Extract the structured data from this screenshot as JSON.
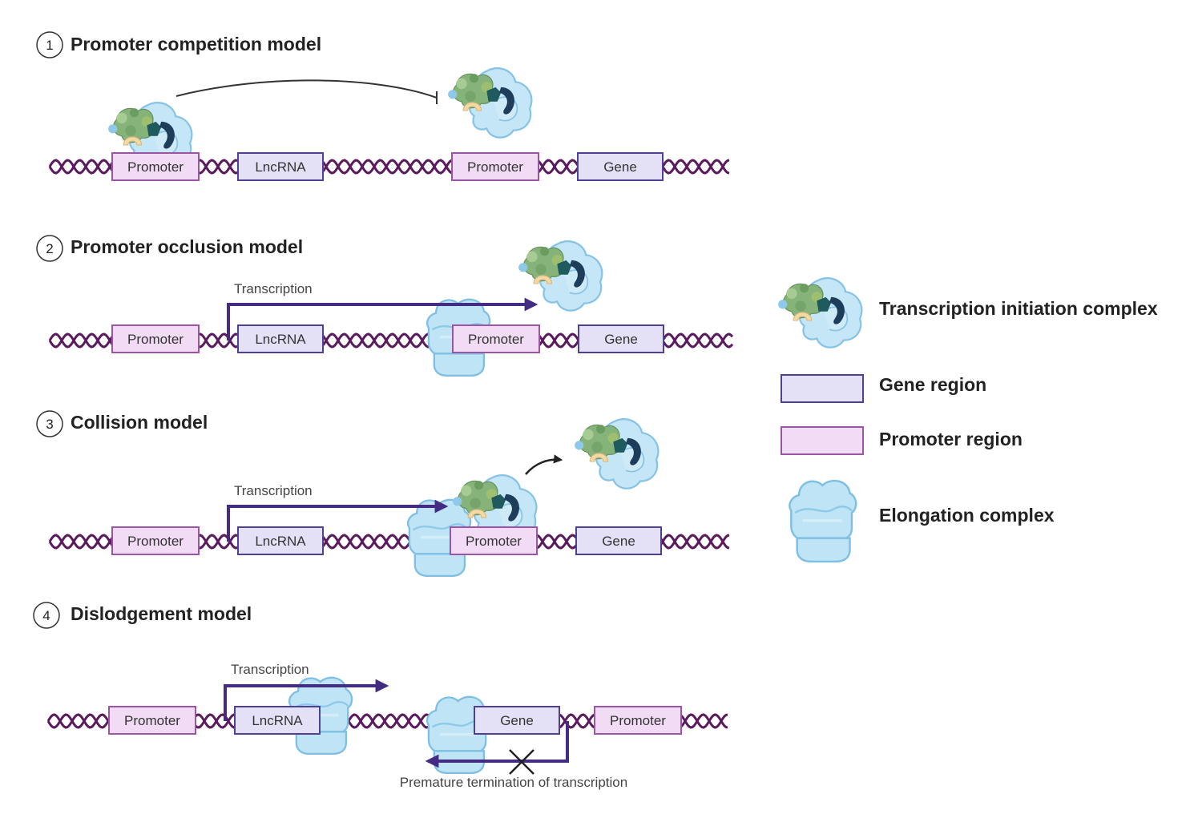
{
  "colors": {
    "dna": "#5b1a5e",
    "promoter_fill": "#f2dcf5",
    "promoter_stroke": "#9c55a4",
    "gene_fill": "#e4e0f6",
    "gene_stroke": "#503f93",
    "arrow": "#442c84",
    "complex_light": "#bfe4f5",
    "complex_stroke": "#7fbfe3",
    "complex_dark": "#1d3d5b",
    "complex_green": "#7aa66a",
    "complex_tan": "#f3d9a6"
  },
  "panels": [
    {
      "number": "1",
      "title": "Promoter competition model",
      "boxes": [
        {
          "type": "promoter",
          "label": "Promoter"
        },
        {
          "type": "gene",
          "label": "LncRNA"
        },
        {
          "type": "promoter",
          "label": "Promoter"
        },
        {
          "type": "gene",
          "label": "Gene"
        }
      ],
      "annotations": []
    },
    {
      "number": "2",
      "title": "Promoter occlusion model",
      "boxes": [
        {
          "type": "promoter",
          "label": "Promoter"
        },
        {
          "type": "gene",
          "label": "LncRNA"
        },
        {
          "type": "promoter",
          "label": "Promoter"
        },
        {
          "type": "gene",
          "label": "Gene"
        }
      ],
      "annotations": [
        "Transcription"
      ]
    },
    {
      "number": "3",
      "title": "Collision model",
      "boxes": [
        {
          "type": "promoter",
          "label": "Promoter"
        },
        {
          "type": "gene",
          "label": "LncRNA"
        },
        {
          "type": "promoter",
          "label": "Promoter"
        },
        {
          "type": "gene",
          "label": "Gene"
        }
      ],
      "annotations": [
        "Transcription"
      ]
    },
    {
      "number": "4",
      "title": "Dislodgement model",
      "boxes": [
        {
          "type": "promoter",
          "label": "Promoter"
        },
        {
          "type": "gene",
          "label": "LncRNA"
        },
        {
          "type": "gene",
          "label": "Gene"
        },
        {
          "type": "promoter",
          "label": "Promoter"
        }
      ],
      "annotations": [
        "Transcription",
        "Premature termination of transcription"
      ]
    }
  ],
  "legend": [
    {
      "icon": "transcription-initiation-complex-icon",
      "label": "Transcription initiation complex"
    },
    {
      "icon": "gene-region-swatch",
      "label": "Gene region"
    },
    {
      "icon": "promoter-region-swatch",
      "label": "Promoter region"
    },
    {
      "icon": "elongation-complex-icon",
      "label": "Elongation complex"
    }
  ]
}
